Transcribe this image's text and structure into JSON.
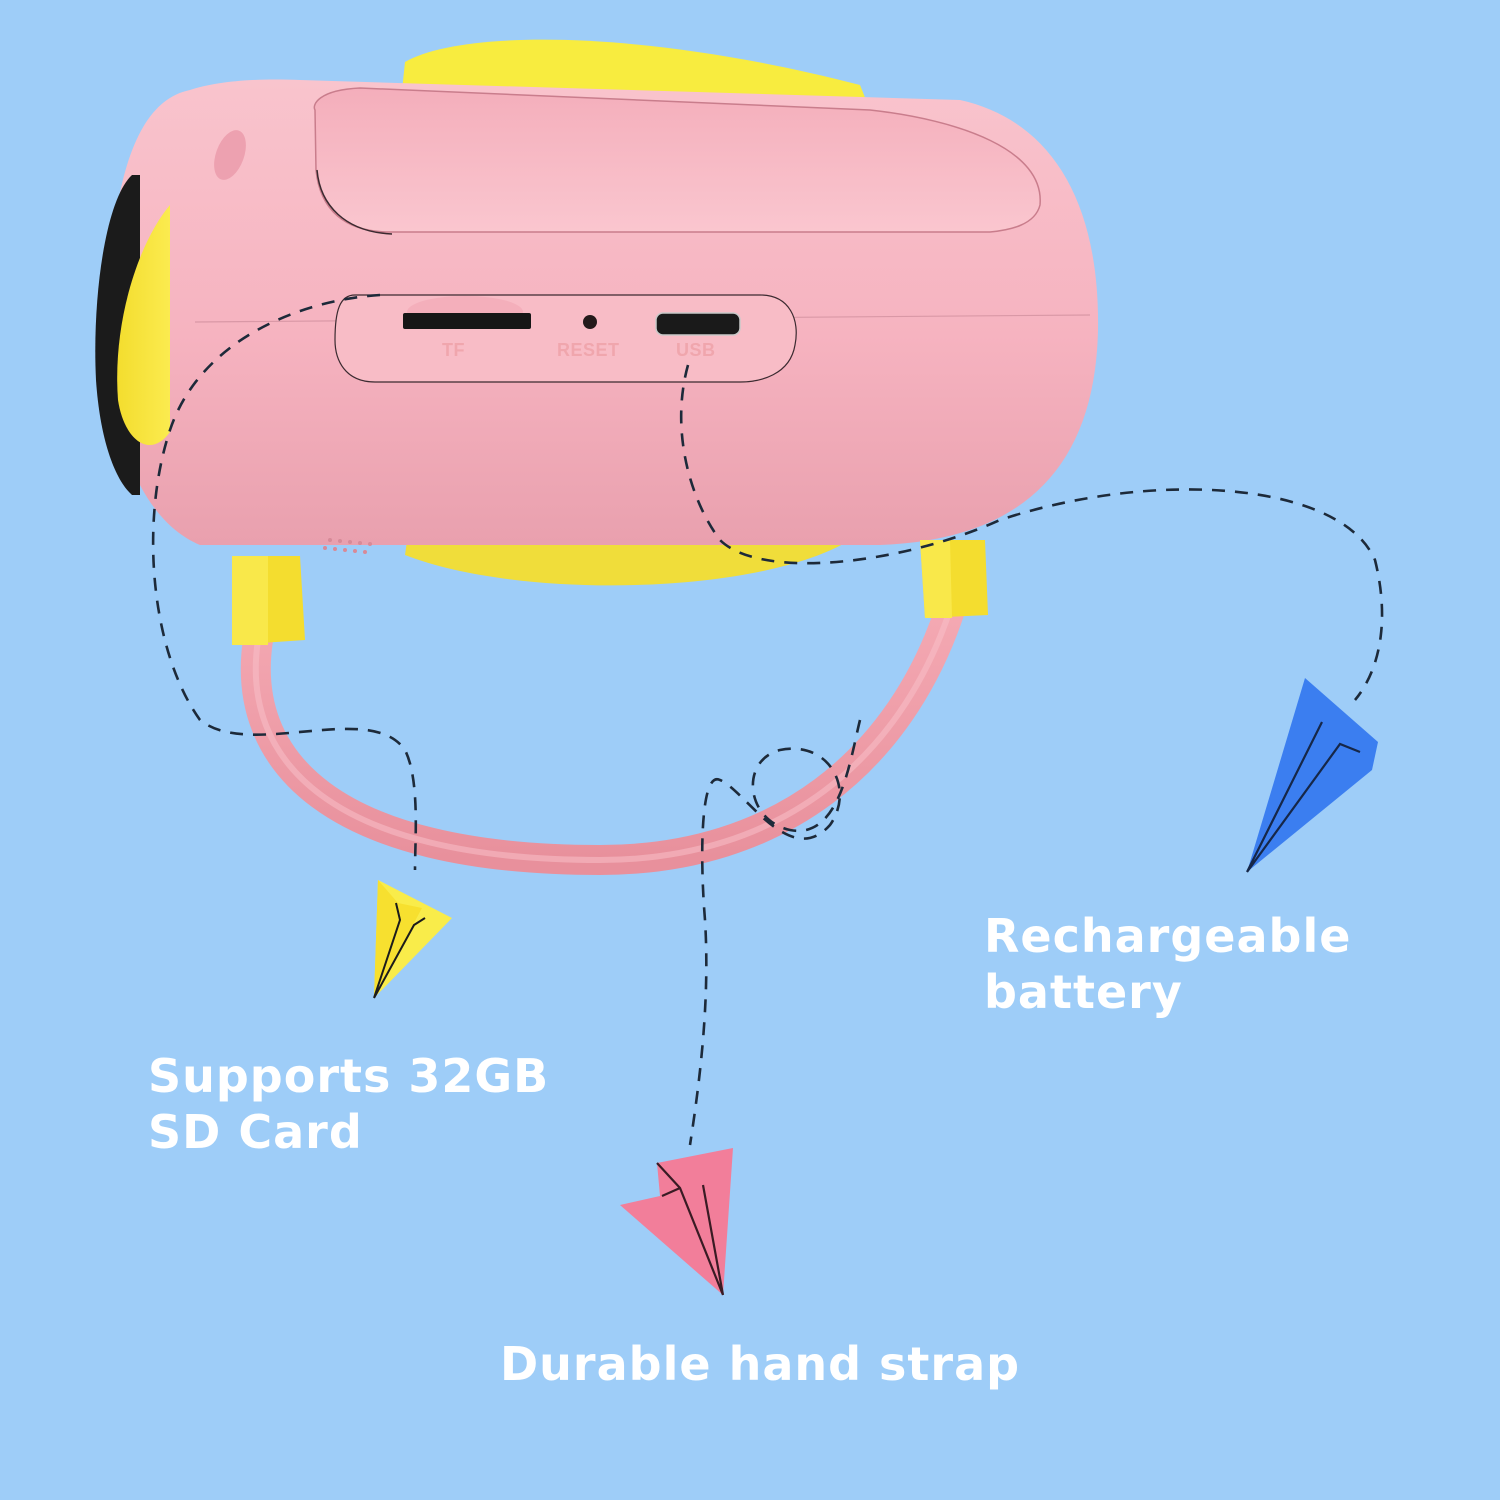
{
  "colors": {
    "background": "#9ecdf8",
    "body_pink": "#f7b8c3",
    "accent_yellow": "#f7e63b",
    "strap_pink": "#f09aa5",
    "plane_blue": "#3b7ef0",
    "plane_yellow": "#f9ec4a",
    "plane_pink": "#f27e9a",
    "caption_text": "#ffffff",
    "dash_line": "#1d2a3a"
  },
  "product": {
    "name": "kids camera (side view)",
    "ports": [
      {
        "icon": "tf-card-slot-icon",
        "label": "TF"
      },
      {
        "icon": "reset-hole-icon",
        "label": "RESET"
      },
      {
        "icon": "micro-usb-port-icon",
        "label": "USB"
      }
    ]
  },
  "callouts": {
    "sd_card": {
      "lines": [
        "Supports 32GB",
        "SD Card"
      ],
      "plane_icon": "yellow-paper-plane-icon"
    },
    "battery": {
      "lines": [
        "Rechargeable",
        "battery"
      ],
      "plane_icon": "blue-paper-plane-icon"
    },
    "strap": {
      "lines": [
        "Durable hand strap"
      ],
      "plane_icon": "pink-paper-plane-icon"
    }
  }
}
